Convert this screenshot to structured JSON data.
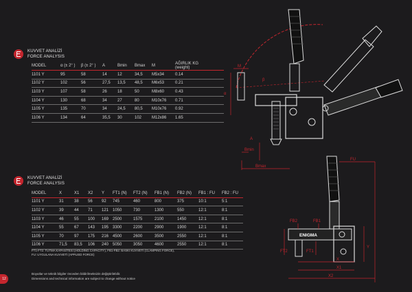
{
  "page_number": "12",
  "section1": {
    "title_tr": "KUVVET ANALİZİ",
    "title_en": "FORCE ANALYSIS",
    "headers": [
      "MODEL",
      "α (± 2° )",
      "β (± 2° )",
      "A",
      "Bmin",
      "Bmax",
      "M",
      "AĞIRLIK KG",
      "(weight)"
    ],
    "rows": [
      [
        "1101 Y",
        "95",
        "58",
        "14",
        "12",
        "34,5",
        "M5x34",
        "0.14"
      ],
      [
        "1102 Y",
        "102",
        "56",
        "27,5",
        "13,5",
        "48,5",
        "M6x53",
        "0.21"
      ],
      [
        "1103 Y",
        "107",
        "58",
        "26",
        "18",
        "50",
        "M8x60",
        "0.43"
      ],
      [
        "1104 Y",
        "130",
        "68",
        "34",
        "27",
        "80",
        "M10x76",
        "0.71"
      ],
      [
        "1105 Y",
        "135",
        "70",
        "34",
        "24,5",
        "80,5",
        "M10x76",
        "0.92"
      ],
      [
        "1106 Y",
        "134",
        "64",
        "35,5",
        "30",
        "102",
        "M12x86",
        "1.65"
      ]
    ]
  },
  "section2": {
    "title_tr": "KUVVET ANALİZİ",
    "title_en": "FORCE ANALYSIS",
    "headers": [
      "MODEL",
      "X",
      "X1",
      "X2",
      "Y",
      "FT1 (N)",
      "FT2 (N)",
      "FB1 (N)",
      "FB2 (N)",
      "FB1 : FU",
      "FB2 : FU"
    ],
    "rows": [
      [
        "1101 Y",
        "31",
        "38",
        "56",
        "92",
        "745",
        "460",
        "800",
        "375",
        "10:1",
        "5:1"
      ],
      [
        "1102 Y",
        "39",
        "44",
        "71",
        "121",
        "1050",
        "730",
        "1300",
        "550",
        "12:1",
        "8:1"
      ],
      [
        "1103 Y",
        "46",
        "55",
        "100",
        "169",
        "2500",
        "1575",
        "2100",
        "1450",
        "12:1",
        "8:1"
      ],
      [
        "1104 Y",
        "55",
        "67",
        "143",
        "195",
        "3300",
        "2200",
        "2900",
        "1900",
        "12:1",
        "8:1"
      ],
      [
        "1105 Y",
        "70",
        "97",
        "175",
        "216",
        "4500",
        "2600",
        "3500",
        "2550",
        "12:1",
        "8:1"
      ],
      [
        "1106 Y",
        "71,5",
        "83,5",
        "106",
        "240",
        "5050",
        "3050",
        "4600",
        "2550",
        "12:1",
        "8:1"
      ]
    ]
  },
  "notes": [
    "FT1-FT2: TUTMA KAPASİTESİ (HOLDING CAPACITY), FB1-FB2: BASKI KUVVETİ (CLAMPING FORCE),",
    "FU: UYGULANA KUVVETİ (APPLIED FORCE)"
  ],
  "disclaimer": [
    "Boyutlar ve teknik bilgiler önceden bildirilmeksizin değiştirilebilir.",
    "Dimensions and technical information are subject to change without notice"
  ],
  "diagram_top": {
    "labels": {
      "m": "M",
      "bmin": "Bmin",
      "bmax": "Bmax",
      "a": "A",
      "alpha": "α",
      "beta": "β"
    }
  },
  "diagram_bottom": {
    "labels": {
      "fu": "FU",
      "fb2": "FB2",
      "fb1": "FB1",
      "ft2": "FT2",
      "ft1": "FT1",
      "brand": "ENIGMA",
      "y": "Y",
      "x": "X",
      "x1": "X1",
      "x2": "X2"
    }
  },
  "colors": {
    "background": "#1c1b1d",
    "accent": "#c4262e",
    "text": "#d8d8d8"
  }
}
